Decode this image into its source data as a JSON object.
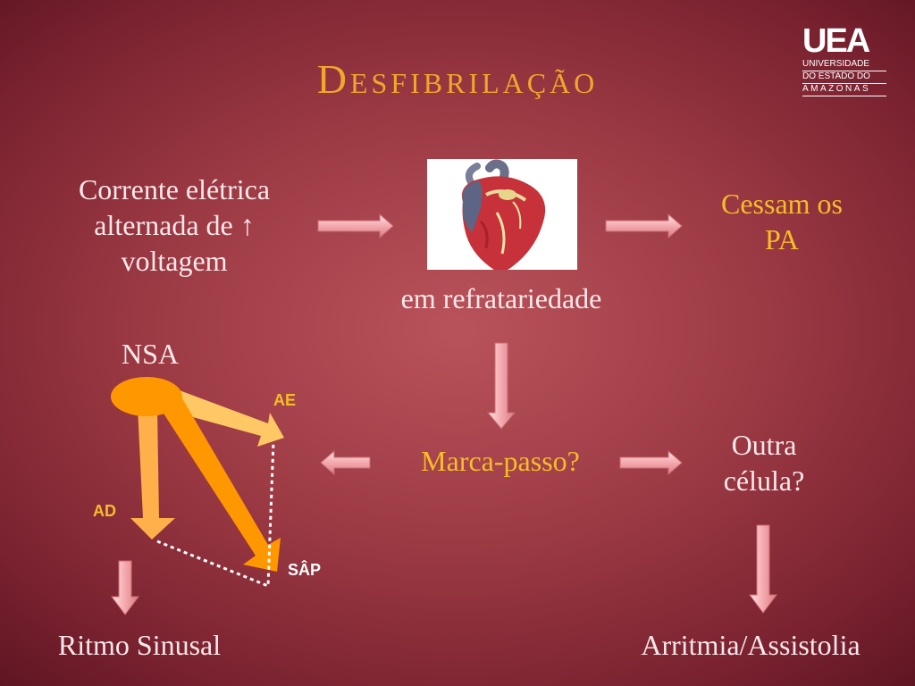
{
  "title": "Desfibrilação",
  "logo": {
    "acronym": "UEA",
    "line1": "UNIVERSIDADE",
    "line2": "DO ESTADO DO",
    "line3": "AMAZONAS"
  },
  "nodes": {
    "corrente": [
      "Corrente elétrica",
      "alternada de ↑",
      "voltagem"
    ],
    "refratariedade": "em refratariedade",
    "cessam": [
      "Cessam os",
      "PA"
    ],
    "marcapasso": "Marca-passo?",
    "outra_celula": [
      "Outra",
      "célula?"
    ],
    "ritmo": "Ritmo Sinusal",
    "arritmia": "Arritmia/Assistolia"
  },
  "conduction": {
    "nsa": "NSA",
    "ae": "AE",
    "ad": "AD",
    "sap": "SÂP"
  },
  "colors": {
    "background": "#9c3a44",
    "title": "#f2a62b",
    "highlight_text": "#f6bd2a",
    "arrow_fill": "#f4a9ae",
    "node_orange": "#ff9800",
    "node_light": "#ffc864"
  }
}
